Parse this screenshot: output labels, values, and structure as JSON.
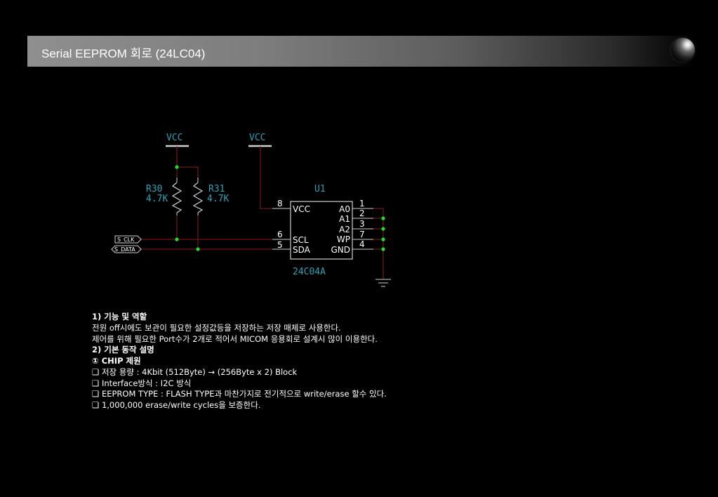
{
  "header": {
    "title": "Serial EEPROM 회로 (24LC04)"
  },
  "schematic": {
    "vcc_left": "VCC",
    "vcc_right": "VCC",
    "r30_name": "R30",
    "r30_value": "4.7K",
    "r31_name": "R31",
    "r31_value": "4.7K",
    "ic_ref": "U1",
    "ic_part": "24C04A",
    "net_clk": "S_CLK",
    "net_data": "S_DATA",
    "pin_vcc_num": "8",
    "pin_vcc_name": "VCC",
    "pin_scl_num": "6",
    "pin_scl_name": "SCL",
    "pin_sda_num": "5",
    "pin_sda_name": "SDA",
    "pin_a0_num": "1",
    "pin_a0_name": "A0",
    "pin_a1_num": "2",
    "pin_a1_name": "A1",
    "pin_a2_num": "3",
    "pin_a2_name": "A2",
    "pin_wp_num": "7",
    "pin_wp_name": "WP",
    "pin_gnd_num": "4",
    "pin_gnd_name": "GND",
    "colors": {
      "label": "#2aa3b5",
      "wire": "#8b1a1a",
      "junction": "#22dd22",
      "body": "#cfcfcf"
    }
  },
  "description": {
    "s1_heading": "1) 기능 및 역할",
    "s1_line1": "전원 off시에도 보관이 필요한 설정값등을 저장하는 저장 매체로 사용한다.",
    "s1_line2": "제어를 위해 필요한 Port수가 2개로 적어서 MICOM 응용회로 설계시 많이 이용한다.",
    "s2_heading": "2) 기본 동작 설명",
    "s2_sub": "① CHIP 제원",
    "bullet1": "❑ 저장 용량 : 4Kbit (512Byte) → (256Byte x 2) Block",
    "bullet2": "❑ Interface방식 : I2C 방식",
    "bullet3": "❑ EEPROM TYPE : FLASH TYPE과 마찬가지로 전기적으로 write/erase 할수 있다.",
    "bullet4": "❑ 1,000,000 erase/write cycles을 보증한다."
  }
}
